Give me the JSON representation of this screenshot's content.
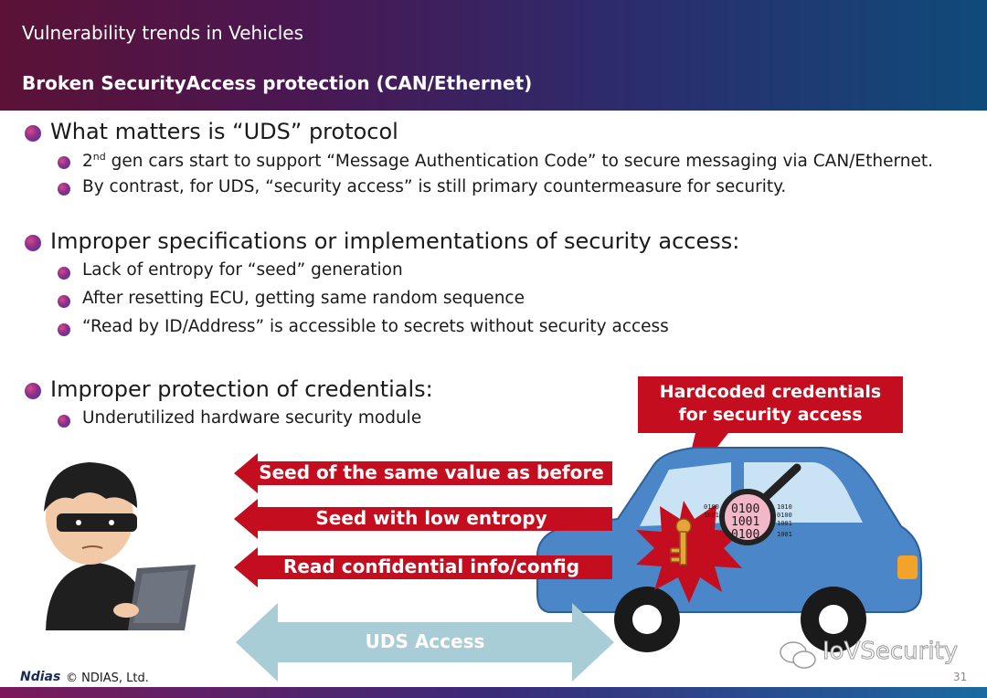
{
  "header": {
    "subtitle": "Vulnerability trends in Vehicles",
    "title": "Broken SecurityAccess protection (CAN/Ethernet)"
  },
  "bullets": [
    {
      "text": "What matters is “UDS” protocol",
      "subs": [
        {
          "pre": "2",
          "sup": "nd",
          "post": " gen cars start to support “Message Authentication Code” to secure messaging via CAN/Ethernet."
        },
        {
          "text": "By contrast, for UDS, “security access” is still primary countermeasure for security."
        }
      ]
    },
    {
      "text": "Improper specifications or implementations of security access:",
      "subs": [
        {
          "text": "Lack of entropy for “seed” generation"
        },
        {
          "text": "After resetting ECU, getting same random sequence"
        },
        {
          "text": "“Read by ID/Address” is accessible to secrets without security access"
        }
      ]
    },
    {
      "text": "Improper protection of credentials:",
      "subs": [
        {
          "text": "Underutilized hardware security module"
        }
      ]
    }
  ],
  "callout": {
    "line1": "Hardcoded credentials",
    "line2": "for security access"
  },
  "arrows": {
    "a1": "Seed of the same value as before",
    "a2": "Seed with low entropy",
    "a3": "Read confidential info/config",
    "uds": "UDS Access"
  },
  "binary": {
    "line1": "0100",
    "line2": "1001",
    "line3": "1010"
  },
  "footer": {
    "logo": "Ndias",
    "copyright": "© NDIAS, Ltd.",
    "page": "31",
    "watermark": "IoVSecurity"
  },
  "colors": {
    "accent_red": "#c40d1e",
    "uds_arrow": "#a9cdd6",
    "car_blue": "#4a86c8"
  }
}
